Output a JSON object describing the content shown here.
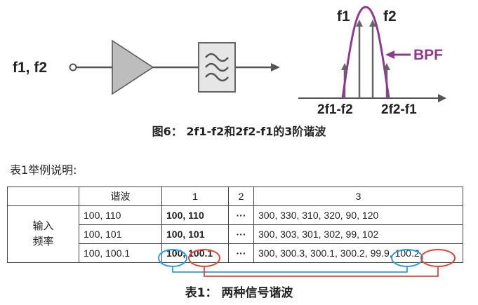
{
  "figure": {
    "input_label": "f1, f2",
    "f1_label": "f1",
    "f2_label": "f2",
    "bpf_label": "BPF",
    "low_label": "2f1-f2",
    "high_label": "2f2-f1",
    "caption": "图6：  2f1-f2和2f2-f1的3阶谐波",
    "colors": {
      "bpf": "#8e3b8e",
      "line": "#555555",
      "amp": "#bdbdbd"
    },
    "icons": [
      "amplifier-triangle-icon",
      "filter-block-icon"
    ]
  },
  "intro": "表1举例说明:",
  "table": {
    "headers": [
      "",
      "谐波",
      "1",
      "2",
      "3"
    ],
    "row_label_line1": "输入",
    "row_label_line2": "频率",
    "rows": [
      {
        "input": "100, 110",
        "h1": "100, 110",
        "h2": "···",
        "h3": "300, 330, 310, 320, 90, 120"
      },
      {
        "input": "100, 101",
        "h1": "100, 101",
        "h2": "···",
        "h3": "300, 303, 301, 302, 99, 102"
      },
      {
        "input": "100, 100.1",
        "h1": "100, 100.1",
        "h2": "···",
        "h3": "300, 300.3, 300.1, 300.2, 99.9, 100.2"
      }
    ],
    "caption": "表1：  两种信号谐波",
    "colors": {
      "blue_mark": "#2f9ed8",
      "red_mark": "#d9473c"
    }
  }
}
